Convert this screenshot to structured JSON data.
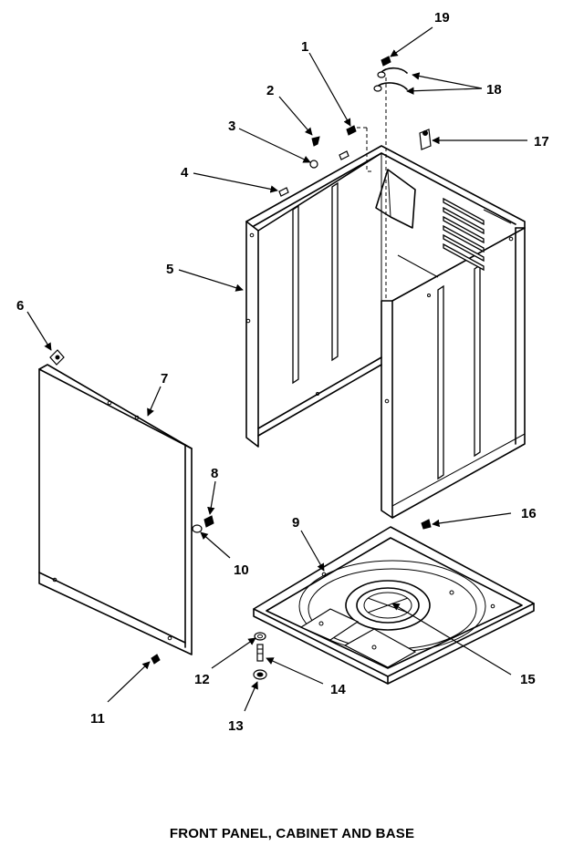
{
  "title": "FRONT PANEL, CABINET AND BASE",
  "callouts": {
    "c1": "1",
    "c2": "2",
    "c3": "3",
    "c4": "4",
    "c5": "5",
    "c6": "6",
    "c7": "7",
    "c8": "8",
    "c9": "9",
    "c10": "10",
    "c11": "11",
    "c12": "12",
    "c13": "13",
    "c14": "14",
    "c15": "15",
    "c16": "16",
    "c17": "17",
    "c18": "18",
    "c19": "19"
  }
}
